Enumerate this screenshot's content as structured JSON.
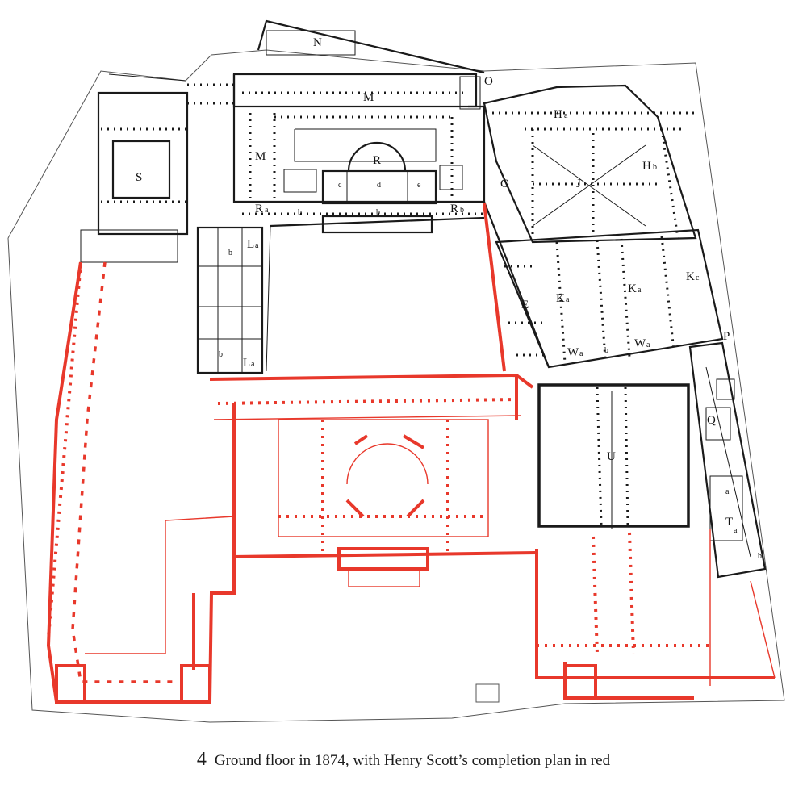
{
  "figure": {
    "number": "4",
    "caption": "Ground floor in 1874, with Henry Scott’s completion plan in red"
  },
  "legend_colors": {
    "existing": "#1a1a1a",
    "completion_plan": "#e8382b"
  },
  "labels": {
    "N": "N",
    "O": "O",
    "M_top": "M",
    "M_left": "M",
    "Ha": "H",
    "Ha_sub": "a",
    "Hb": "H",
    "Hb_sub": "b",
    "S": "S",
    "R": "R",
    "c1": "c",
    "d": "d",
    "e": "e",
    "G": "G",
    "J": "J",
    "Ra": "R",
    "Ra_sub": "a",
    "b1": "b",
    "b2": "b",
    "Rb": "R",
    "Rb_sub": "b",
    "La_top": "L",
    "La_top_sub": "a",
    "b3": "b",
    "E": "E",
    "Ka1": "K",
    "Ka1_sub": "a",
    "Ka2": "K",
    "Ka2_sub": "a",
    "Kc": "K",
    "Kc_sub": "c",
    "b4": "b",
    "La_bot": "L",
    "La_bot_sub": "a",
    "Wa1": "W",
    "Wa1_sub": "a",
    "b5": "b",
    "Wa2": "W",
    "Wa2_sub": "a",
    "P": "P",
    "Q": "Q",
    "U": "U",
    "a1": "a",
    "T": "T",
    "a2": "a",
    "b6": "b"
  }
}
